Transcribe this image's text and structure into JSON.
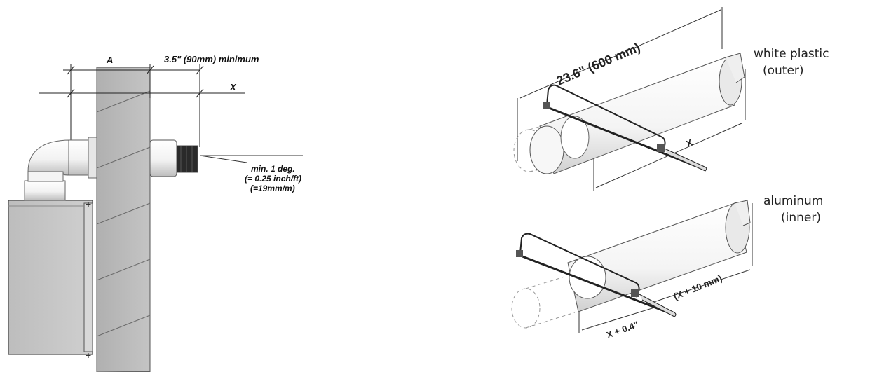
{
  "left_diagram": {
    "label_a": "A",
    "label_min_clearance": "3.5\" (90mm) minimum",
    "label_x": "X",
    "slope_note": {
      "line1": "min. 1 deg.",
      "line2": "(= 0.25 inch/ft)",
      "line3": "(=19mm/m)"
    }
  },
  "right_diagram": {
    "top": {
      "length_label": "23.6\" (600 mm)",
      "x_label": "X",
      "material_line1": "white plastic",
      "material_line2": "(outer)"
    },
    "bottom": {
      "inch_label": "X + 0.4\"",
      "mm_label": "(X + 10 mm)",
      "material_line1": "aluminum",
      "material_line2": "(inner)"
    }
  }
}
